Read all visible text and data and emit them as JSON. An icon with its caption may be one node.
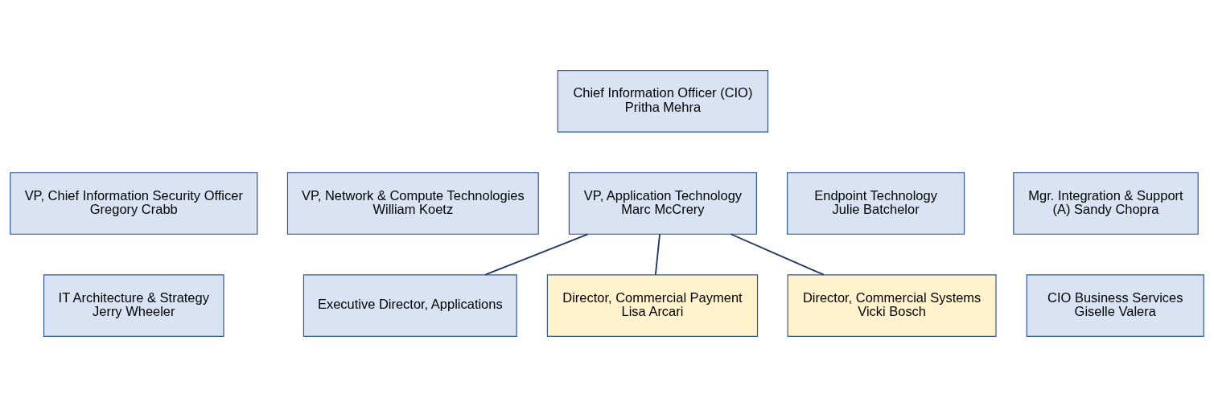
{
  "diagram": {
    "nodes": [
      {
        "text": [
          "Chief Information Officer (CIO)",
          "Pritha Mehra"
        ]
      },
      {
        "text": [
          "VP, Chief Information Security Officer",
          "Gregory Crabb"
        ]
      },
      {
        "text": [
          "IT Architecture & Strategy",
          "Jerry Wheeler"
        ]
      },
      {
        "text": [
          "VP, Network & Compute Technologies",
          "William Koetz"
        ]
      },
      {
        "text": [
          "VP, Application Technology",
          "Marc McCrery"
        ]
      },
      {
        "text": [
          "Endpoint Technology",
          "Julie Batchelor"
        ]
      },
      {
        "text": [
          "Mgr. Integration & Support",
          "(A) Sandy Chopra"
        ]
      },
      {
        "text": [
          "CIO Business Services",
          "Giselle Valera"
        ]
      },
      {
        "text": [
          "Executive Director, Applications"
        ]
      },
      {
        "text": [
          "Director, Commercial Payment",
          "Lisa Arcari"
        ]
      },
      {
        "text": [
          "Director, Commercial Systems",
          "Vicki Bosch"
        ]
      }
    ],
    "edges": [
      {
        "from": 4,
        "to": 8,
        "arrow": "none"
      },
      {
        "from": 4,
        "to": 9,
        "arrow": "none"
      },
      {
        "from": 4,
        "to": 10,
        "arrow": "none"
      }
    ]
  }
}
